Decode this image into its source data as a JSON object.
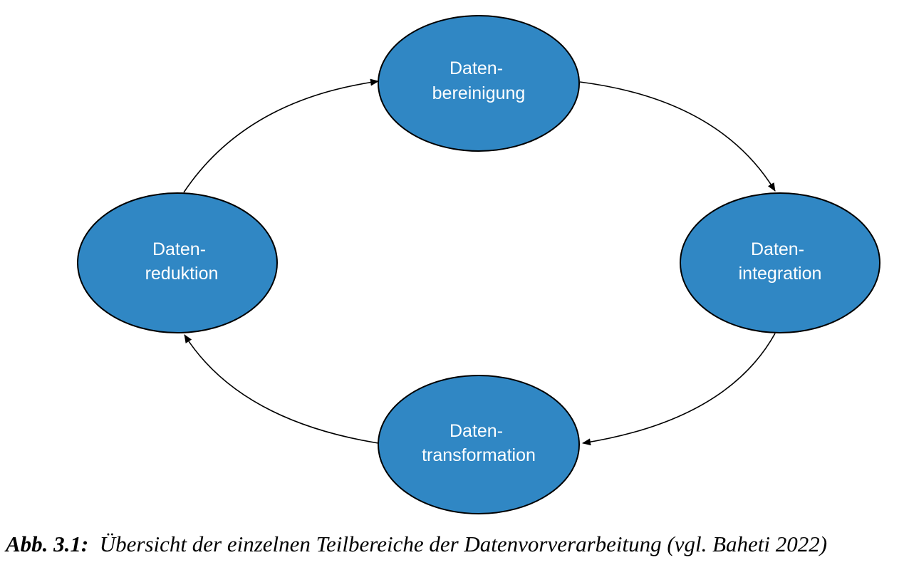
{
  "diagram": {
    "nodes": [
      {
        "id": "bereinigung",
        "line1": "Daten-",
        "line2": "bereinigung"
      },
      {
        "id": "integration",
        "line1": "Daten-",
        "line2": "integration"
      },
      {
        "id": "transformation",
        "line1": "Daten-",
        "line2": "transformation"
      },
      {
        "id": "reduktion",
        "line1": "Daten-",
        "line2": "reduktion"
      }
    ],
    "edges": [
      {
        "from": "bereinigung",
        "to": "integration"
      },
      {
        "from": "integration",
        "to": "transformation"
      },
      {
        "from": "transformation",
        "to": "reduktion"
      },
      {
        "from": "reduktion",
        "to": "bereinigung"
      }
    ],
    "colors": {
      "node_fill": "#3087c4",
      "node_text": "#ffffff",
      "outline": "#000000"
    }
  },
  "caption": {
    "label": "Abb. 3.1:",
    "text": "Übersicht der einzelnen Teilbereiche der Datenvorverarbeitung (vgl. Baheti 2022)"
  }
}
